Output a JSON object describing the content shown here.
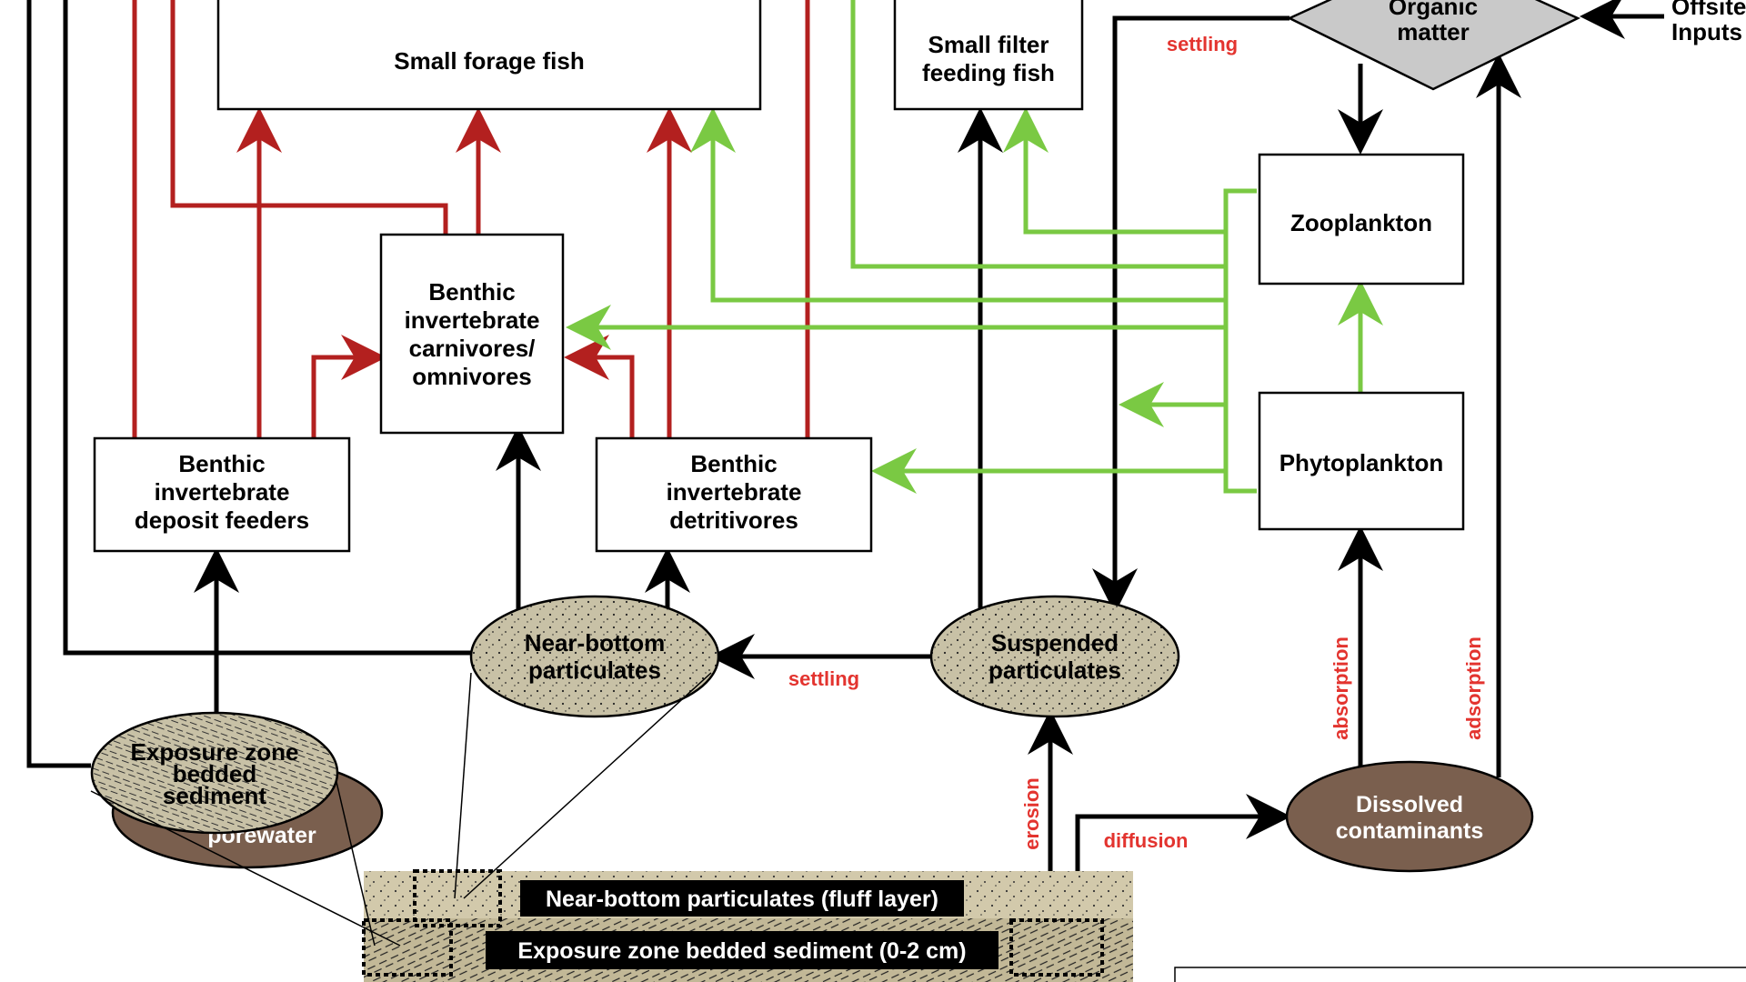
{
  "nodes": {
    "small_forage_fish": "Small forage fish",
    "small_filter_feeding_fish": [
      "Small filter",
      "feeding fish"
    ],
    "organic_matter": [
      "Organic",
      "matter"
    ],
    "offsite_inputs": [
      "Offsite",
      "Inputs"
    ],
    "zooplankton": "Zooplankton",
    "phytoplankton": "Phytoplankton",
    "benthic_carnivores": [
      "Benthic",
      "invertebrate",
      "carnivores/",
      "omnivores"
    ],
    "benthic_deposit_feeders": [
      "Benthic",
      "invertebrate",
      "deposit feeders"
    ],
    "benthic_detritivores": [
      "Benthic",
      "invertebrate",
      "detritivores"
    ],
    "near_bottom_particulates": [
      "Near-bottom",
      "particulates"
    ],
    "suspended_particulates": [
      "Suspended",
      "particulates"
    ],
    "exposure_zone_sediment": [
      "Exposure zone",
      "bedded",
      "sediment"
    ],
    "porewater": "porewater",
    "dissolved_contaminants": [
      "Dissolved",
      "contaminants"
    ]
  },
  "process_labels": {
    "settling_top": "settling",
    "settling_mid": "settling",
    "erosion": "erosion",
    "diffusion": "diffusion",
    "absorption": "absorption",
    "adsorption": "adsorption"
  },
  "sediment_layers": {
    "fluff_layer": "Near-bottom particulates (fluff layer)",
    "bedded_layer": "Exposure zone bedded sediment (0-2 cm)"
  },
  "colors": {
    "black_arrow": "#000000",
    "red_arrow": "#b3201f",
    "green_arrow": "#7ac943",
    "red_label": "#e3342f",
    "particulate_fill": "#c8c1a6",
    "dissolved_fill": "#7a5f4e",
    "organic_fill": "#c9c9c9",
    "sediment_fill": "#d2c9ab"
  }
}
